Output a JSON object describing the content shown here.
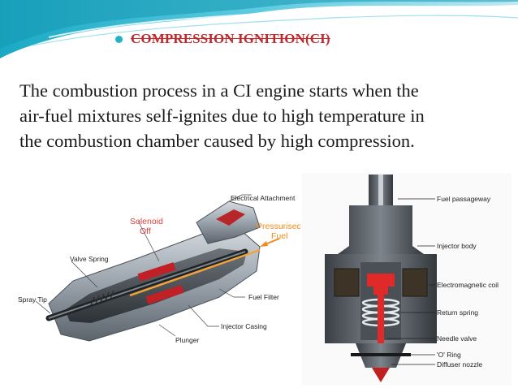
{
  "heading": "COMPRESSION IGNITION(CI)",
  "body_lines": [
    "The combustion process in a CI engine starts when the",
    "air-fuel mixtures self-ignites due to high temperature in",
    "the combustion chamber caused by high compression."
  ],
  "left_diagram": {
    "electrical_attachment": "Electrical Attachment",
    "solenoid_1": "Solenoid",
    "solenoid_2": "Off",
    "pressurised_1": "Pressurised",
    "pressurised_2": "Fuel",
    "valve_spring": "Valve Spring",
    "spray_tip": "Spray Tip",
    "fuel_filter": "Fuel Filter",
    "injector_casing": "Injector Casing",
    "plunger": "Plunger"
  },
  "right_diagram": {
    "fuel_passageway": "Fuel passageway",
    "injector_body": "Injector body",
    "electromagnetic_coil": "Electromagnetic coil",
    "return_spring": "Return spring",
    "needle_valve": "Needle valve",
    "o_ring": "'O' Ring",
    "diffuser_nozzle": "Diffuser nozzle"
  },
  "colors": {
    "accent": "#1fb3c9",
    "heading": "#c0282c",
    "solenoid_text": "#d8403a",
    "fuel_text": "#f08a1c"
  }
}
